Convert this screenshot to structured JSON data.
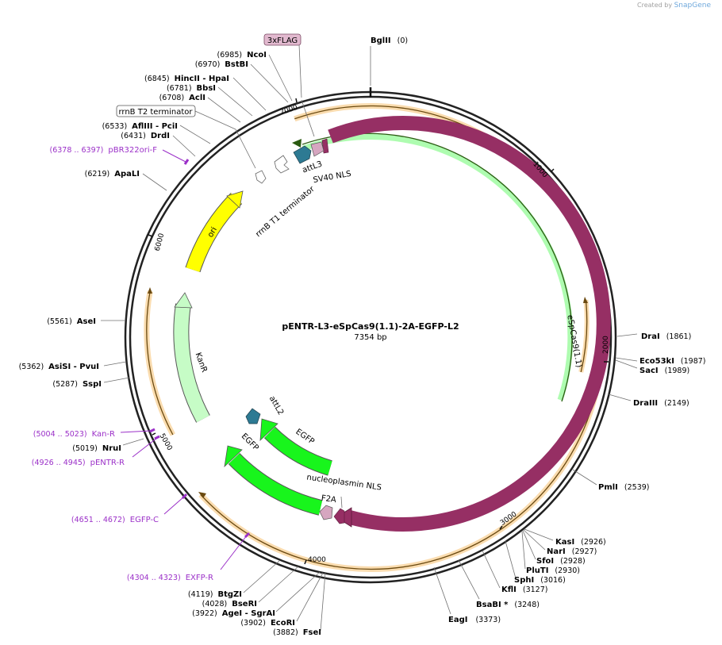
{
  "credit": {
    "prefix": "Created by",
    "brand": "SnapGene"
  },
  "title": "pENTR-L3-eSpCas9(1.1)-2A-EGFP-L2",
  "length_label": "7354 bp",
  "ticks": [
    "1000",
    "2000",
    "3000",
    "4000",
    "5000",
    "6000",
    "7000"
  ],
  "sites": [
    {
      "name": "BglII",
      "pos": "(0)"
    },
    {
      "name": "DraI",
      "pos": "(1861)"
    },
    {
      "name": "Eco53kI",
      "pos": "(1987)"
    },
    {
      "name": "SacI",
      "pos": "(1989)"
    },
    {
      "name": "DraIII",
      "pos": "(2149)"
    },
    {
      "name": "PmlI",
      "pos": "(2539)"
    },
    {
      "name": "KasI",
      "pos": "(2926)"
    },
    {
      "name": "NarI",
      "pos": "(2927)"
    },
    {
      "name": "SfoI",
      "pos": "(2928)"
    },
    {
      "name": "PluTI",
      "pos": "(2930)"
    },
    {
      "name": "SphI",
      "pos": "(3016)"
    },
    {
      "name": "KflI",
      "pos": "(3127)"
    },
    {
      "name": "BsaBI *",
      "pos": "(3248)"
    },
    {
      "name": "EagI",
      "pos": "(3373)"
    },
    {
      "name": "FseI",
      "pos": "(3882)"
    },
    {
      "name": "EcoRI",
      "pos": "(3902)"
    },
    {
      "name": "AgeI  - SgrAI",
      "pos": "(3922)"
    },
    {
      "name": "BseRI",
      "pos": "(4028)"
    },
    {
      "name": "BtgZI",
      "pos": "(4119)"
    },
    {
      "name": "NruI",
      "pos": "(5019)"
    },
    {
      "name": "SspI",
      "pos": "(5287)"
    },
    {
      "name": "AsiSI  - PvuI",
      "pos": "(5362)"
    },
    {
      "name": "AseI",
      "pos": "(5561)"
    },
    {
      "name": "ApaLI",
      "pos": "(6219)"
    },
    {
      "name": "DrdI",
      "pos": "(6431)"
    },
    {
      "name": "AflIII  - PciI",
      "pos": "(6533)"
    },
    {
      "name": "AclI",
      "pos": "(6708)"
    },
    {
      "name": "BbsI",
      "pos": "(6781)"
    },
    {
      "name": "HincII  - HpaI",
      "pos": "(6845)"
    },
    {
      "name": "BstBI",
      "pos": "(6970)"
    },
    {
      "name": "NcoI",
      "pos": "(6985)"
    }
  ],
  "primers": [
    {
      "name": "pBR322ori-F",
      "pos": "(6378 .. 6397)"
    },
    {
      "name": "Kan-R",
      "pos": "(5004 .. 5023)"
    },
    {
      "name": "pENTR-R",
      "pos": "(4926 .. 4945)"
    },
    {
      "name": "EGFP-C",
      "pos": "(4651 .. 4672)"
    },
    {
      "name": "EXFP-R",
      "pos": "(4304 .. 4323)"
    }
  ],
  "boxed_labels": {
    "flag": "3xFLAG",
    "rrnb_t2": "rrnB T2 terminator"
  },
  "features": {
    "attL3": "attL3",
    "sv40": "SV40 NLS",
    "rrnb_t1": "rrnB T1 terminator",
    "ori": "ori",
    "cas9": "eSpCas9(1.1)",
    "kanr": "KanR",
    "attL2": "attL2",
    "egfp_inner": "EGFP",
    "egfp_outer": "EGFP",
    "nucleoplasmin": "nucleoplasmin NLS",
    "f2a": "F2A"
  },
  "colors": {
    "cas9": "#962f64",
    "egfp": "#18f51c",
    "ori": "#ffff00",
    "kanr": "#c6fcc6",
    "att": "#2d7a93",
    "nls": "#d6a6c0",
    "orf": "#f5b24e",
    "primer": "#9b30c8",
    "flag": "#e2b9cf"
  }
}
